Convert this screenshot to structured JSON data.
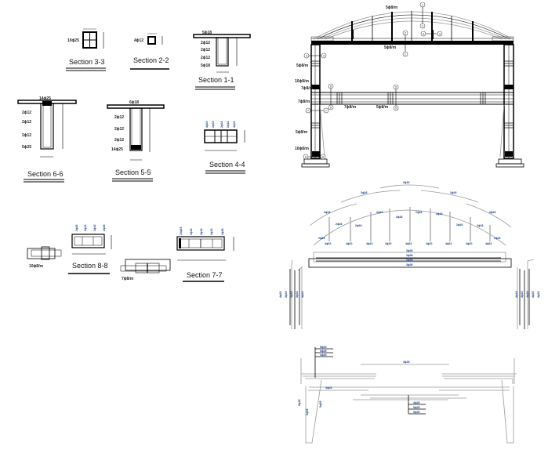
{
  "sections": {
    "s33": {
      "title": "Section 3-3",
      "bars": "10ϕ25"
    },
    "s22": {
      "title": "Section 2-2",
      "bars": "4ϕ12"
    },
    "s11": {
      "title": "Section 1-1",
      "top": "5ϕ18",
      "side": [
        "2ϕ12",
        "2ϕ12",
        "2ϕ12"
      ],
      "bottom": "5ϕ18"
    },
    "s66": {
      "title": "Section 6-6",
      "top": "14ϕ25",
      "side": [
        "2ϕ12",
        "2ϕ12",
        "2ϕ12"
      ],
      "bottom": "5ϕ25"
    },
    "s55": {
      "title": "Section 5-5",
      "top": "6ϕ18",
      "side": [
        "2ϕ12",
        "2ϕ12",
        "2ϕ12"
      ],
      "bottom": "14ϕ25"
    },
    "s44": {
      "title": "Section 4-4",
      "bars": [
        "4ϕ16",
        "2ϕ16",
        "2ϕ16",
        "2ϕ16",
        "4ϕ16"
      ]
    },
    "s88": {
      "title": "Section 8-8",
      "bars": [
        "2ϕ25",
        "2ϕ16",
        "2ϕ16",
        "2ϕ25"
      ]
    },
    "s77": {
      "title": "Section 7-7",
      "bars": [
        "10ϕ25",
        "2ϕ16",
        "2ϕ16",
        "2ϕ16",
        "2ϕ25"
      ]
    }
  },
  "details": {
    "stirrup_a": "10ϕ8/m",
    "stirrup_b": "7ϕ8/m"
  },
  "elevation": {
    "stirrups": {
      "arch": "5ϕ8/m",
      "beam": "5ϕ8/m",
      "col_upper": "5ϕ8/m",
      "col_joint": "10ϕ8/m",
      "col_joint2": "7ϕ8/m",
      "lower_beam_end": "7ϕ8/m",
      "lower_beam_a": "7ϕ8/m",
      "lower_beam_b": "5ϕ8/m",
      "col_lower": "5ϕ8/m",
      "col_base": "10ϕ8/m"
    },
    "markers": [
      "1",
      "2",
      "3",
      "4",
      "5",
      "6",
      "7",
      "8"
    ]
  },
  "rebar_top": {
    "arch_bars": [
      "3ϕ16",
      "3ϕ16",
      "3ϕ16",
      "3ϕ16",
      "3ϕ16"
    ],
    "inner_bars": [
      "2ϕ16",
      "2ϕ16",
      "2ϕ16",
      "2ϕ16",
      "2ϕ16",
      "2ϕ16",
      "2ϕ16",
      "2ϕ16",
      "2ϕ16",
      "2ϕ16"
    ],
    "post_bars": [
      "4ϕ10",
      "4ϕ10",
      "4ϕ10",
      "4ϕ10",
      "4ϕ10",
      "4ϕ10",
      "4ϕ10",
      "4ϕ10",
      "4ϕ10"
    ],
    "beam_bars": [
      "3ϕ26",
      "3ϕ26",
      "3ϕ26",
      "3ϕ26"
    ],
    "col_bars": [
      "4ϕ16",
      "4ϕ16",
      "4ϕ16",
      "4ϕ16",
      "4ϕ16"
    ]
  },
  "rebar_bottom": {
    "top_left": [
      "5ϕ25",
      "5ϕ25",
      "4ϕ25"
    ],
    "middle": "3ϕ18",
    "left": "5ϕ25",
    "bottom_mid": [
      "4ϕ25",
      "5ϕ25",
      "5ϕ25"
    ],
    "col": [
      "5ϕ25",
      "5ϕ25",
      "5ϕ25"
    ]
  }
}
